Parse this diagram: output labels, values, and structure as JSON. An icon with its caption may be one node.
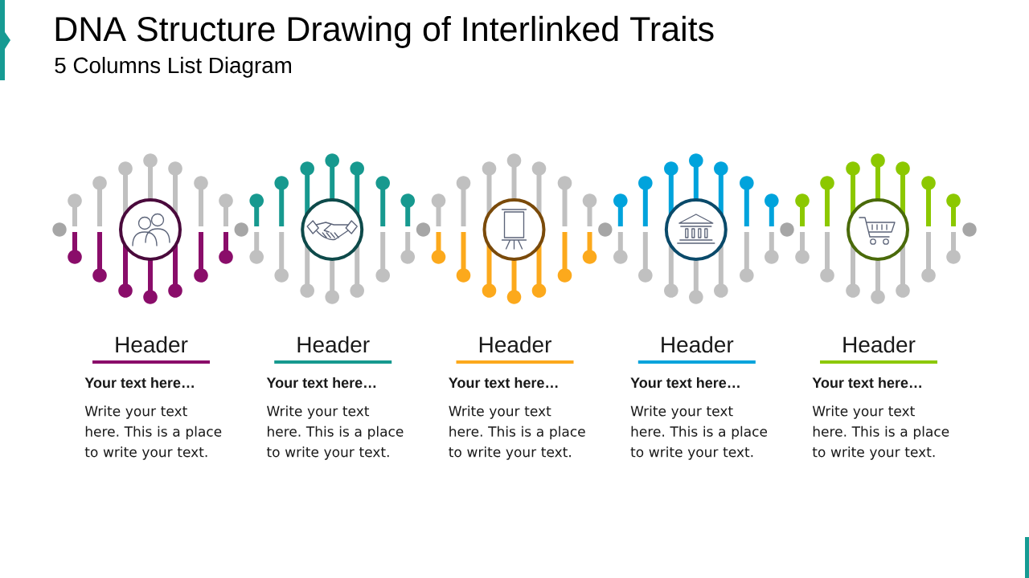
{
  "diagram": {
    "title": "DNA Structure Drawing of Interlinked Traits",
    "nodes": [
      {
        "text": [],
        "shape": "circle"
      },
      {
        "text": [],
        "shape": "circle"
      },
      {
        "text": [],
        "shape": "circle"
      },
      {
        "text": [],
        "shape": "circle"
      },
      {
        "text": [],
        "shape": "circle"
      }
    ],
    "labels": [
      "5 Columns List Diagram",
      "Header",
      "Your text here…",
      "Write your text here. This is a place to write your text.",
      "Header",
      "Your text here…",
      "Write your text here. This is a place to write your text.",
      "Header",
      "Your text here…",
      "Write your text here. This is a place to write your text.",
      "Header",
      "Your text here…",
      "Write your text here. This is a place to write your text.",
      "Header",
      "Your text here…",
      "Write your text here. This is a place to write your text."
    ]
  }
}
